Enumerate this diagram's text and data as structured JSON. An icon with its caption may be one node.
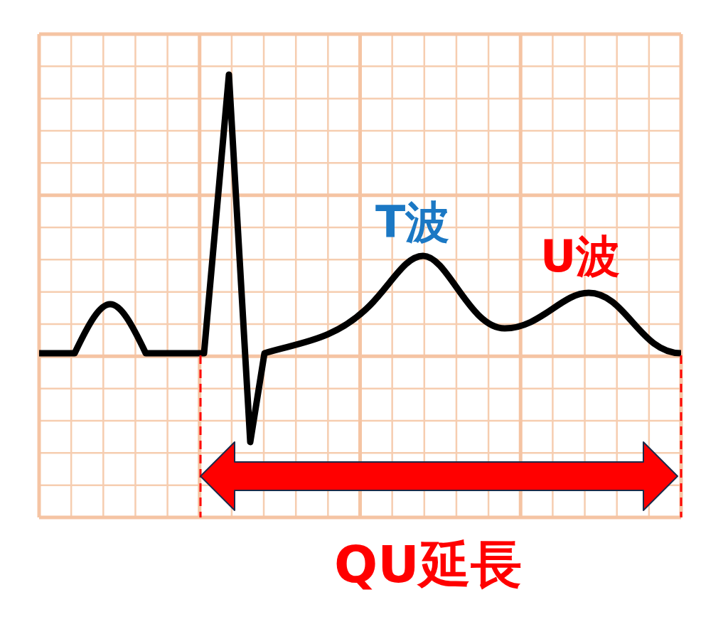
{
  "diagram": {
    "labels": [
      "T波",
      "U波",
      "QU延長"
    ]
  }
}
